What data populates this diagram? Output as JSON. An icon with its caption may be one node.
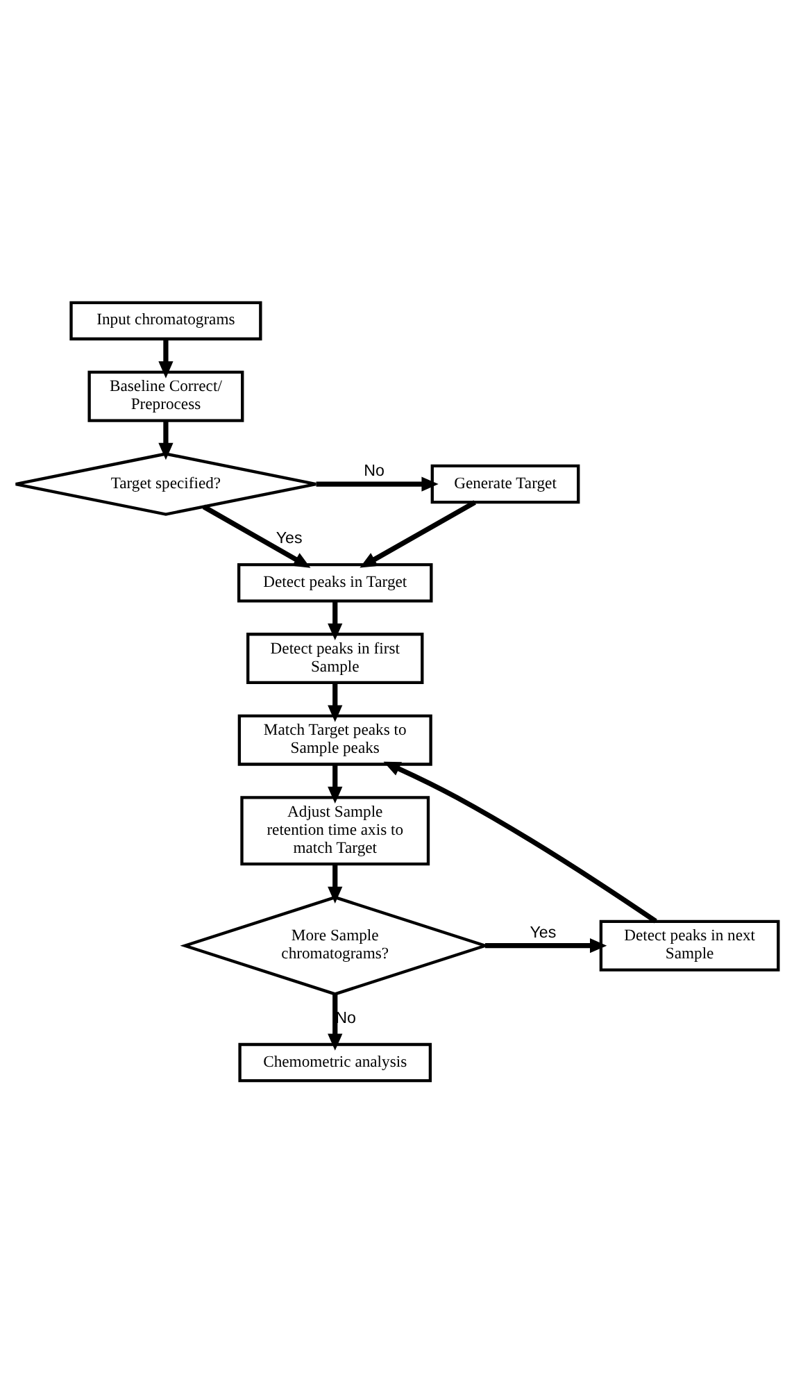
{
  "diagram": {
    "nodes": [
      {
        "text": [
          "Input chromatograms"
        ]
      },
      {
        "text": [
          "Baseline Correct/ Preprocess"
        ]
      },
      {
        "text": [
          "Target specified?"
        ]
      },
      {
        "text": [
          "Generate Target"
        ]
      },
      {
        "text": [
          "Detect peaks in Target"
        ]
      },
      {
        "text": [
          "Detect peaks in first Sample"
        ]
      },
      {
        "text": [
          "Match Target peaks to Sample peaks"
        ]
      },
      {
        "text": [
          "Adjust Sample retention time axis to match Target"
        ]
      },
      {
        "text": [
          "More Sample chromatograms?"
        ]
      },
      {
        "text": [
          "Detect peaks in next Sample"
        ]
      },
      {
        "text": [
          "Chemometric analysis"
        ]
      }
    ],
    "edges": [
      {
        "from": 0,
        "to": 1,
        "arrow": "to"
      },
      {
        "from": 1,
        "to": 2,
        "arrow": "to"
      },
      {
        "from": 2,
        "to": 3,
        "arrow": "to",
        "label": "No"
      },
      {
        "from": 2,
        "to": 4,
        "arrow": "to",
        "label": "Yes"
      },
      {
        "from": 3,
        "to": 4,
        "arrow": "to"
      },
      {
        "from": 4,
        "to": 5,
        "arrow": "to"
      },
      {
        "from": 5,
        "to": 6,
        "arrow": "to"
      },
      {
        "from": 6,
        "to": 7,
        "arrow": "to"
      },
      {
        "from": 7,
        "to": 8,
        "arrow": "to"
      },
      {
        "from": 8,
        "to": 9,
        "arrow": "to",
        "label": "Yes"
      },
      {
        "from": 9,
        "to": 6,
        "arrow": "to"
      },
      {
        "from": 8,
        "to": 10,
        "arrow": "to",
        "label": "No"
      }
    ]
  }
}
